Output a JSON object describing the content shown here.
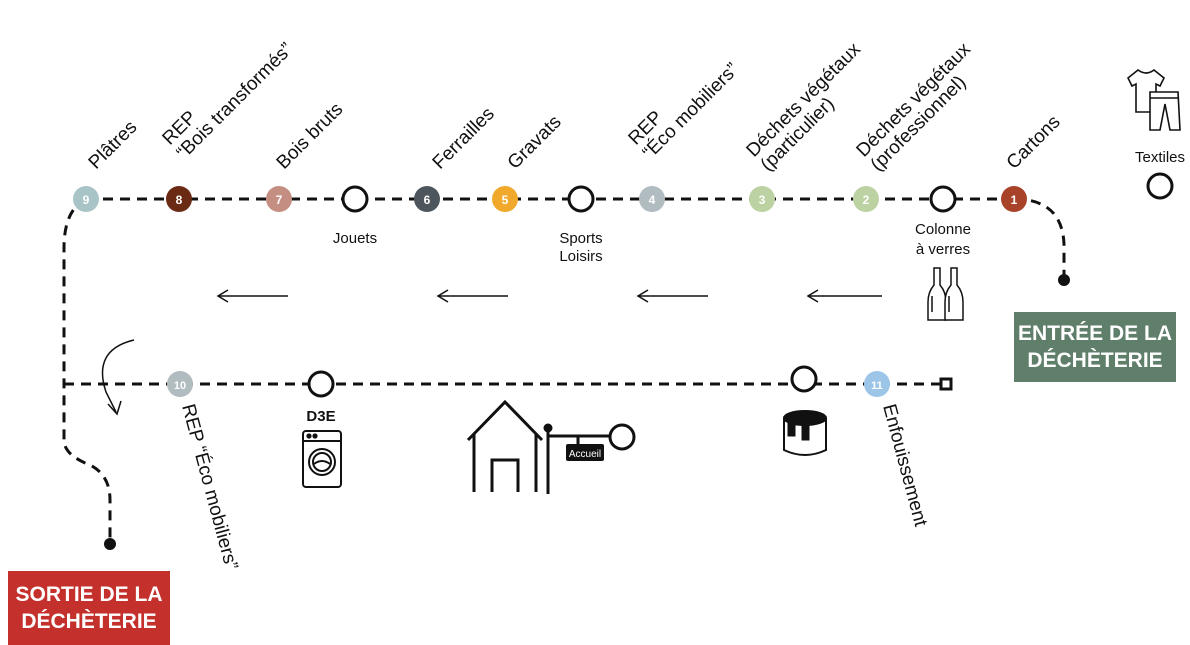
{
  "stations": [
    {
      "id": "s1",
      "number": "1",
      "label": [
        "Cartons"
      ],
      "color": "#a8432a"
    },
    {
      "id": "s2",
      "number": "2",
      "label": [
        "Déchets végétaux",
        "(professionnel)"
      ],
      "color": "#bdd2a2"
    },
    {
      "id": "s3",
      "number": "3",
      "label": [
        "Déchets végétaux",
        "(particulier)"
      ],
      "color": "#bdd2a2"
    },
    {
      "id": "s4",
      "number": "4",
      "label": [
        "REP",
        "“Éco mobiliers”"
      ],
      "color": "#b1bcc1"
    },
    {
      "id": "s5",
      "number": "5",
      "label": [
        "Gravats"
      ],
      "color": "#f0a92b"
    },
    {
      "id": "s6",
      "number": "6",
      "label": [
        "Ferrailles"
      ],
      "color": "#4d565c"
    },
    {
      "id": "s7",
      "number": "7",
      "label": [
        "Bois bruts"
      ],
      "color": "#c48f82"
    },
    {
      "id": "s8",
      "number": "8",
      "label": [
        "REP",
        "“Bois transformés”"
      ],
      "color": "#6a2a14"
    },
    {
      "id": "s9",
      "number": "9",
      "label": [
        "Plâtres"
      ],
      "color": "#a9c4c6"
    },
    {
      "id": "s10",
      "number": "10",
      "label": [
        "REP “Éco mobiliers”"
      ],
      "color": "#b1bcc1"
    },
    {
      "id": "s11",
      "number": "11",
      "label": [
        "Enfouissement"
      ],
      "color": "#9cc5e8"
    }
  ],
  "stops": {
    "verres": [
      "Colonne",
      "à verres"
    ],
    "sports": [
      "Sports",
      "Loisirs"
    ],
    "jouets": "Jouets",
    "d3e": "D3E",
    "textiles": "Textiles",
    "accueil": "Accueil"
  },
  "entry": [
    "ENTRÉE DE LA",
    "DÉCHÈTERIE"
  ],
  "exit": [
    "SORTIE DE LA",
    "DÉCHÈTERIE"
  ],
  "colors": {
    "entry_bg": "#5f7f6b",
    "exit_bg": "#c4302b",
    "line": "#111111"
  },
  "icons": {
    "verres": "wine-bottles-icon",
    "textiles": "clothes-icon",
    "d3e": "washing-machine-icon",
    "paint": "paint-can-icon",
    "accueil": "house-sign-icon",
    "direction": "arrow-left-icon"
  }
}
